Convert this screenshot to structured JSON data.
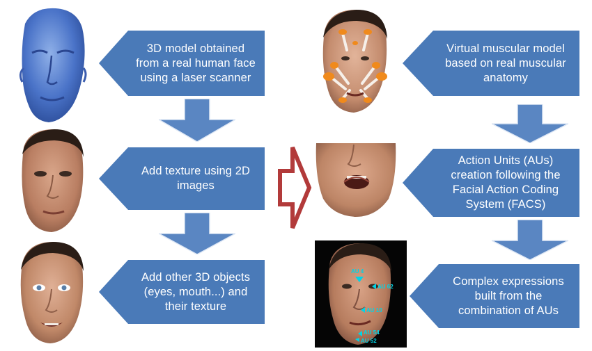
{
  "steps": [
    {
      "id": "scan",
      "text_lines": [
        "3D model obtained",
        "from a real human face",
        "using a laser scanner"
      ]
    },
    {
      "id": "texture",
      "text_lines": [
        "Add texture using 2D",
        "images"
      ]
    },
    {
      "id": "objects",
      "text_lines": [
        "Add other 3D objects",
        "(eyes, mouth...) and",
        "their texture"
      ]
    },
    {
      "id": "muscles",
      "text_lines": [
        "Virtual muscular model",
        "based on real muscular",
        "anatomy"
      ]
    },
    {
      "id": "aus",
      "text_lines": [
        "Action Units (AUs)",
        "creation following the",
        "Facial Action Coding",
        "System (FACS)"
      ]
    },
    {
      "id": "expressions",
      "text_lines": [
        "Complex expressions",
        "built from the",
        "combination of AUs"
      ]
    }
  ],
  "au_labels": {
    "au4": "AU 4",
    "au62": "AU 62",
    "au10": "AU 10",
    "au54": "AU 54",
    "au52": "AU 52"
  },
  "colors": {
    "callout_fill": "#4a7ab8",
    "callout_fill_light": "#6e99cf",
    "arrow_fill": "#5a86c2",
    "transition_arrow": "#b23a3a",
    "au_marker": "#00d4e6"
  }
}
